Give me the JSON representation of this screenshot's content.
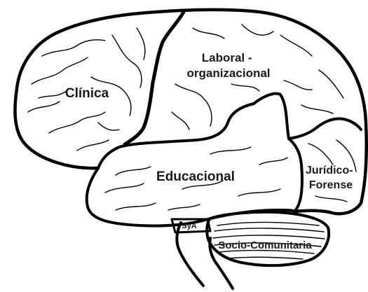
{
  "regions": [
    {
      "id": "clinica",
      "label": "Clínica"
    },
    {
      "id": "laboral",
      "label_lines": [
        "Laboral -",
        "organizacional"
      ]
    },
    {
      "id": "educacional",
      "label": "Educacional"
    },
    {
      "id": "juridico",
      "label_lines": [
        "Jurídico-",
        "Forense"
      ]
    },
    {
      "id": "sya",
      "label": "SyA"
    },
    {
      "id": "socio",
      "label": "Socio-Comunitaria"
    }
  ]
}
